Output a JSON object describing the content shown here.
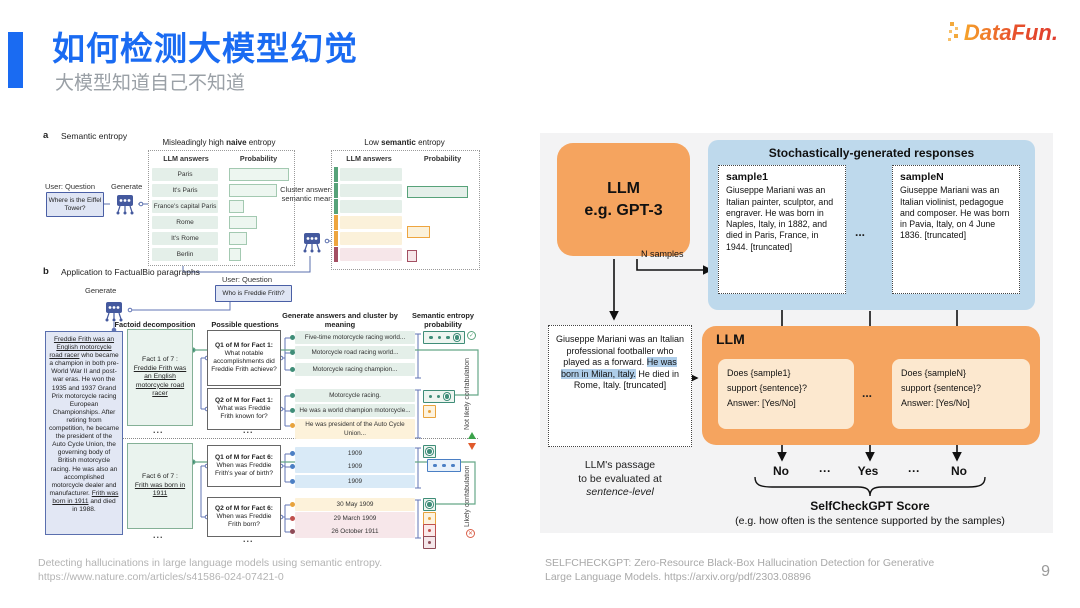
{
  "slide": {
    "title": "如何检测大模型幻觉",
    "subtitle": "大模型知道自己不知道",
    "logo_text": "DataFun.",
    "page_number": "9",
    "accent_color": "#1a6bf2"
  },
  "captions": {
    "left_line1": "Detecting hallucinations in large language models using semantic entropy.",
    "left_line2": "https://www.nature.com/articles/s41586-024-07421-0",
    "right_line1": "SELFCHECKGPT: Zero-Resource Black-Box Hallucination Detection for Generative",
    "right_line2": "Large Language Models. https://arxiv.org/pdf/2303.08896"
  },
  "left_figure": {
    "panel_a": {
      "label": "a",
      "title": "Semantic entropy",
      "user_label": "User: Question",
      "user_box": "Where is the Eiffel Tower?",
      "generate_label": "Generate",
      "cluster_label": "Cluster answers by semantic meaning",
      "naive": {
        "title_pre": "Misleadingly high ",
        "title_bold": "naive",
        "title_post": " entropy",
        "col_answers": "LLM answers",
        "col_prob": "Probability",
        "rows": [
          {
            "label": "Paris",
            "value": 1.0
          },
          {
            "label": "It's Paris",
            "value": 0.8
          },
          {
            "label": "France's capital Paris",
            "value": 0.23
          },
          {
            "label": "Rome",
            "value": 0.45
          },
          {
            "label": "It's Rome",
            "value": 0.28
          },
          {
            "label": "Berlin",
            "value": 0.17
          }
        ]
      },
      "semantic": {
        "title_pre": "Low ",
        "title_bold": "semantic",
        "title_post": " entropy",
        "col_answers": "LLM answers",
        "col_prob": "Probability",
        "rows": [
          {
            "label": "Paris",
            "cluster": 0
          },
          {
            "label": "It's Paris",
            "cluster": 0
          },
          {
            "label": "France's capital Paris",
            "cluster": 0
          },
          {
            "label": "Rome",
            "cluster": 1
          },
          {
            "label": "It's Rome",
            "cluster": 1
          },
          {
            "label": "Berlin",
            "cluster": 2
          }
        ],
        "clusters": [
          {
            "name": "paris-cluster",
            "color": "#57a279",
            "tint": "#e4efe9",
            "bar_row": 1.1,
            "value": 0.95
          },
          {
            "name": "rome-cluster",
            "color": "#eea53f",
            "tint": "#fbf1da",
            "bar_row": 3.6,
            "value": 0.34
          },
          {
            "name": "berlin-cluster",
            "color": "#a34f62",
            "tint": "#f6e6e9",
            "bar_row": 5.1,
            "value": 0.13
          }
        ]
      }
    },
    "panel_b": {
      "label": "b",
      "title": "Application to FactualBio paragraphs",
      "generate_label": "Generate",
      "user_label": "User: Question",
      "user_box": "Who is Freddie Frith?",
      "headers": [
        "Factoid decomposition",
        "Possible questions",
        "Generate answers and cluster by meaning",
        "Semantic entropy probability"
      ],
      "paragraph_segments": [
        {
          "text": "Freddie Frith was an English motorcycle road racer",
          "underline": true
        },
        {
          "text": " who became a champion in both pre-World War II and post-war eras. He won the 1935 and 1937 Grand Prix motorcycle racing European Championships. After retiring from competition, he became the president of the Auto Cycle Union, the governing body of British motorcycle racing. He was also an accomplished motorcycle dealer and manufacturer. ",
          "underline": false
        },
        {
          "text": "Frith was born in 1911",
          "underline": true
        },
        {
          "text": " and died in 1988.",
          "underline": false
        }
      ],
      "facts": [
        {
          "head": "Fact 1 of 7 :",
          "body": "Freddie Frith was an English motorcycle road racer"
        },
        {
          "head": "Fact 6 of 7 :",
          "body": "Frith was born in 1911"
        }
      ],
      "ellipsis": "...",
      "questions": [
        {
          "head": "Q1 of M for Fact 1:",
          "body": "What notable accomplishments did Freddie Frith achieve?"
        },
        {
          "head": "Q2 of M for Fact 1:",
          "body": "What was Freddie Frith known for?"
        },
        {
          "head": "Q1 of M for Fact 6:",
          "body": "When was Freddie Frith's year of birth?"
        },
        {
          "head": "Q2 of M for Fact 6:",
          "body": "When was Freddie Frith born?"
        }
      ],
      "answer_groups": [
        {
          "items": [
            {
              "text": "Five-time motorcycle racing world...",
              "tint": "green",
              "dot": "teal"
            },
            {
              "text": "Motorcycle road racing world...",
              "tint": "green",
              "dot": "teal"
            },
            {
              "text": "Motorcycle racing champion...",
              "tint": "green",
              "dot": "teal"
            }
          ]
        },
        {
          "items": [
            {
              "text": "Motorcycle racing.",
              "tint": "green",
              "dot": "teal"
            },
            {
              "text": "He was a world champion motorcycle...",
              "tint": "green",
              "dot": "teal"
            },
            {
              "text": "He was president of the Auto Cycle Union...",
              "tint": "orange",
              "dot": "orange",
              "two_line": true
            }
          ]
        },
        {
          "items": [
            {
              "text": "1909",
              "tint": "blue",
              "dot": "blue"
            },
            {
              "text": "1909",
              "tint": "blue",
              "dot": "blue"
            },
            {
              "text": "1909",
              "tint": "blue",
              "dot": "blue"
            }
          ]
        },
        {
          "items": [
            {
              "text": "30 May 1909",
              "tint": "orange",
              "dot": "orange"
            },
            {
              "text": "29 March 1909",
              "tint": "pink",
              "dot": "red"
            },
            {
              "text": "26 October 1911",
              "tint": "pink",
              "dot": "darkred"
            }
          ]
        }
      ],
      "entropy_boxes": [
        {
          "color": "green",
          "small_dots": 3,
          "ring_dot": true
        },
        {
          "color": "green",
          "small_dots": 2,
          "ring_dot": true
        },
        {
          "color": "orange",
          "small_dots": 1,
          "ring_dot": false
        },
        {
          "color": "green",
          "small_dots": 0,
          "ring_dot": true
        },
        {
          "color": "blue",
          "small_dots": 3,
          "ring_dot": false
        },
        {
          "color": "green",
          "small_dots": 0,
          "ring_dot": true
        },
        {
          "color": "orange",
          "small_dots": 1,
          "ring_dot": false
        },
        {
          "color": "red",
          "small_dots": 1,
          "ring_dot": false
        },
        {
          "color": "darkred",
          "small_dots": 1,
          "ring_dot": false
        }
      ],
      "not_likely_label": "Not likely confabulation",
      "likely_label": "Likely confabulation",
      "check_glyph": "✓",
      "cross_glyph": "✕"
    }
  },
  "right_figure": {
    "llm_box_line1": "LLM",
    "llm_box_line2": "e.g. GPT-3",
    "n_samples_label": "N samples",
    "responses_title": "Stochastically-generated responses",
    "sample1_title": "sample1",
    "sample1_text": "Giuseppe Mariani was an Italian painter, sculptor, and engraver. He was born in Naples, Italy, in 1882, and died in Paris, France, in 1944. [truncated]",
    "samples_ellipsis": "...",
    "sampleN_title": "sampleN",
    "sampleN_text": "Giuseppe Mariani was an Italian violinist, pedagogue and composer. He was born in Pavia, Italy, on 4 June 1836. [truncated]",
    "passage_segments": [
      {
        "text": "Giuseppe Mariani was an Italian professional footballer who played as a forward. ",
        "highlight": false
      },
      {
        "text": "He was born in Milan, Italy.",
        "highlight": true
      },
      {
        "text": " He died in Rome, Italy. [truncated]",
        "highlight": false
      }
    ],
    "passage_caption_line1": "LLM's passage",
    "passage_caption_line2": "to be evaluated at",
    "passage_caption_line3": "sentence-level",
    "llm_check_label": "LLM",
    "check1_lines": [
      "Does {sample1}",
      "support {sentence}?",
      "Answer: [Yes/No]"
    ],
    "checkN_lines": [
      "Does {sampleN}",
      "support {sentence}?",
      "Answer: [Yes/No]"
    ],
    "prompts_ellipsis": "...",
    "verdicts": [
      "No",
      "···",
      "Yes",
      "···",
      "No"
    ],
    "score_title": "SelfCheckGPT Score",
    "score_subtitle": "(e.g. how often is the sentence supported by the samples)",
    "colors": {
      "orange": "#f5a45f",
      "panel_blue": "#bed9ec",
      "prompt": "#fce8cf",
      "highlight": "#aecde9"
    }
  }
}
